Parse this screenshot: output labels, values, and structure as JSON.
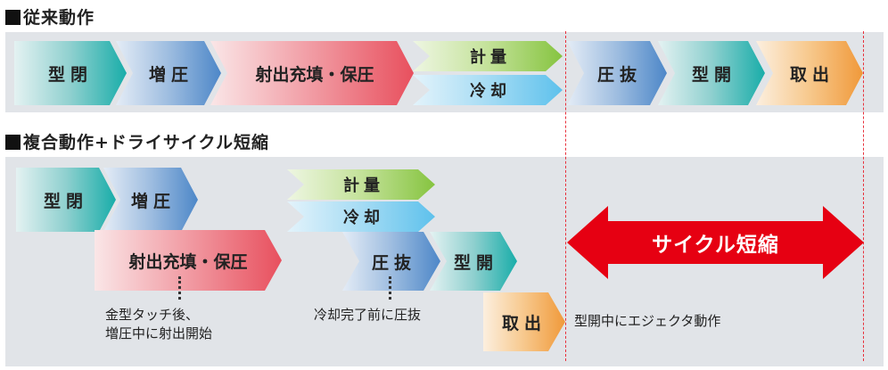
{
  "sections": {
    "conventional_title": "従来動作",
    "combined_title": "複合動作+ドライサイクル短縮"
  },
  "conventional": {
    "mold_close": "型閉",
    "pressure_up": "増圧",
    "inject_fill_hold": "射出充填・保圧",
    "metering": "計量",
    "cooling": "冷却",
    "pressure_release": "圧抜",
    "mold_open": "型開",
    "take_out": "取出"
  },
  "combined": {
    "mold_close": "型閉",
    "pressure_up": "増圧",
    "inject_fill_hold": "射出充填・保圧",
    "metering": "計量",
    "cooling": "冷却",
    "pressure_release": "圧抜",
    "mold_open": "型開",
    "take_out": "取出",
    "note_injection": [
      "金型タッチ後、",
      "増圧中に射出開始"
    ],
    "note_release": "冷却完了前に圧抜",
    "note_ejector": "型開中にエジェクタ動作",
    "cycle_label": "サイクル短縮"
  },
  "colors": {
    "panel": "#e1e4e8",
    "teal": "#19ada9",
    "blue": "#4d87c8",
    "red": "#e8505e",
    "green": "#86c440",
    "cyan": "#5ec1ec",
    "orange": "#f0993a",
    "cycle_arrow": "#e60012"
  }
}
